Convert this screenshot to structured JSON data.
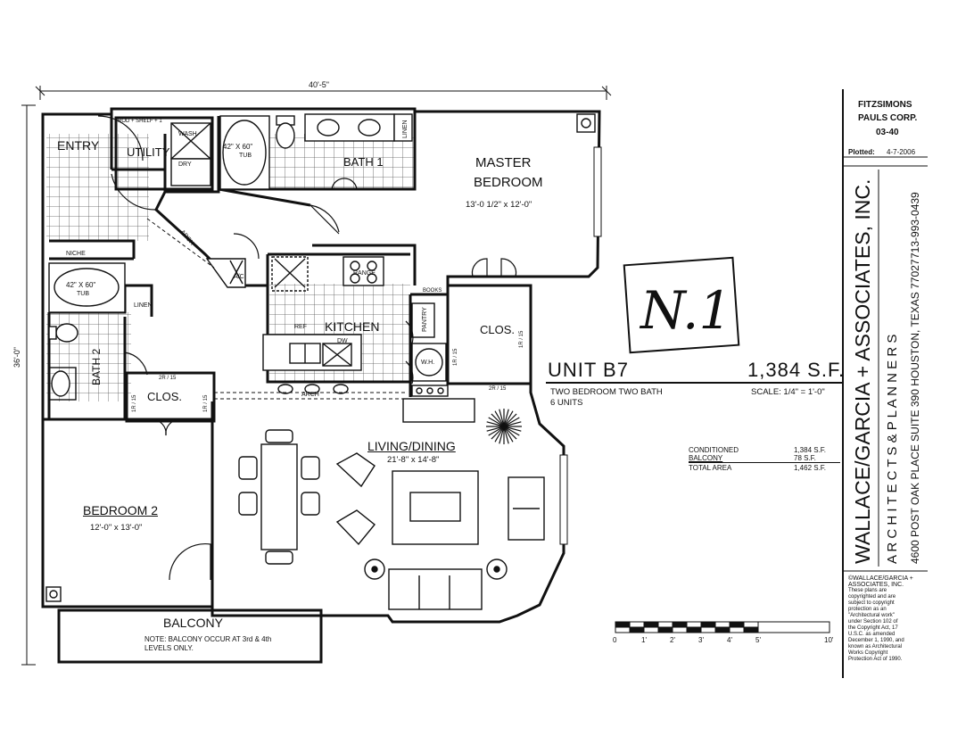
{
  "dimensions": {
    "overall_width": "40'-5\"",
    "overall_depth": "36'-0\""
  },
  "rooms": {
    "entry": "ENTRY",
    "utility": "UTILITY",
    "utility_rod": "ROD + SHELF + 1",
    "wash": "WASH",
    "dry": "DRY",
    "bath1_tub": "42\" X 60\"",
    "bath1_tub_label": "TUB",
    "bath1": "BATH 1",
    "linen1": "LINEN",
    "master": "MASTER",
    "master2": "BEDROOM",
    "master_dim": "13'-0 1/2\" x 12'-0\"",
    "arch1": "ARCH",
    "ac": "A/C",
    "range": "RANGE",
    "niche": "NICHE",
    "bath2_tub": "42\" X 60\"",
    "bath2_tub_label": "TUB",
    "linen2": "LINEN",
    "bath2": "BATH 2",
    "ref": "REF",
    "kitchen": "KITCHEN",
    "dw": "DW",
    "pantry": "PANTRY",
    "books": "BOOKS",
    "wh": "W.H.",
    "clos_master": "CLOS.",
    "rod_1r": "1R / 15",
    "rod_2r_master": "2R / 15",
    "rod_2r_b2": "2R / 15",
    "rod_1r_b2a": "1R / 15",
    "rod_1r_b2b": "1R / 15",
    "clos_b2": "CLOS.",
    "arch2": "ARCH",
    "living": "LIVING/DINING",
    "living_dim": "21'-8\" x 14'-8\"",
    "bedroom2": "BEDROOM 2",
    "bedroom2_dim": "12'-0\" x 13'-0\"",
    "balcony": "BALCONY",
    "balcony_note1": "NOTE: BALCONY OCCUR AT 3rd & 4th",
    "balcony_note2": "LEVELS ONLY."
  },
  "unit": {
    "name": "UNIT  B7",
    "area": "1,384 S.F.",
    "description": "TWO BEDROOM  TWO BATH",
    "units": "6    UNITS",
    "scale": "SCALE: 1/4\" = 1'-0\""
  },
  "area_table": [
    {
      "label": "CONDITIONED",
      "value": "1,384 S.F."
    },
    {
      "label": "BALCONY",
      "value": "78 S.F."
    },
    {
      "label": "TOTAL AREA",
      "value": "1,462 S.F."
    }
  ],
  "scale_bar": {
    "labels": [
      "0",
      "1'",
      "2'",
      "3'",
      "4'",
      "5'",
      "10'"
    ]
  },
  "handwritten": "N.1",
  "title_block": {
    "client1": "FITZSIMONS",
    "client2": "PAULS CORP.",
    "job_number": "03-40",
    "plotted_label": "Plotted:",
    "plotted_date": "4-7-2006",
    "firm": "WALLACE/GARCIA + ASSOCIATES, INC.",
    "discipline": "A R C H I T E C T S   &   P L A N N E R S",
    "address": "4600 POST OAK PLACE  SUITE 390   HOUSTON, TEXAS 77027",
    "phone": "713-993-0439",
    "copyright": [
      "©WALLACE/GARCIA +",
      "ASSOCIATES, INC.",
      "These plans are",
      "copyrighted and are",
      "subject to copyright",
      "protection as an",
      "\"Architectural work\"",
      "under Section 102 of",
      "the Copyright Act, 17",
      "U.S.C. as amended",
      "December 1, 1990, and",
      "known as Architectural",
      "Works Copyright",
      "Protection Act of 1990."
    ]
  }
}
